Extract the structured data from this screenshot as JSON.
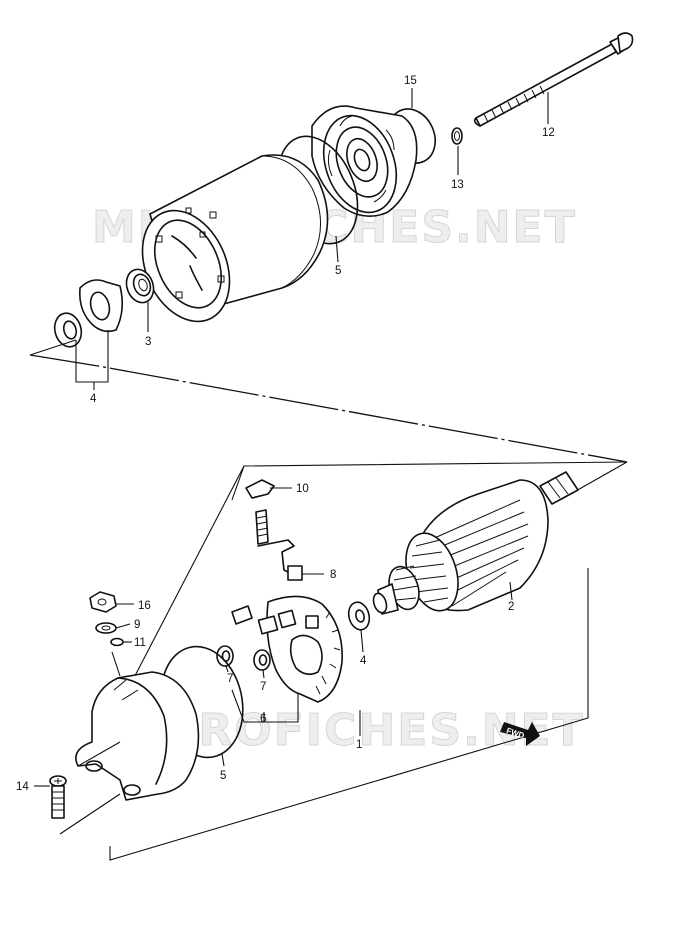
{
  "watermark": "MICROFICHES.NET",
  "fwd_label": "FWD",
  "callouts": {
    "c1": "1",
    "c2": "2",
    "c3": "3",
    "c4_top": "4",
    "c4_bottom": "4",
    "c5_top": "5",
    "c5_bottom": "5",
    "c6": "6",
    "c7_a": "7",
    "c7_b": "7",
    "c8": "8",
    "c9": "9",
    "c10": "10",
    "c11": "11",
    "c12": "12",
    "c13": "13",
    "c14": "14",
    "c15": "15",
    "c16": "16"
  }
}
